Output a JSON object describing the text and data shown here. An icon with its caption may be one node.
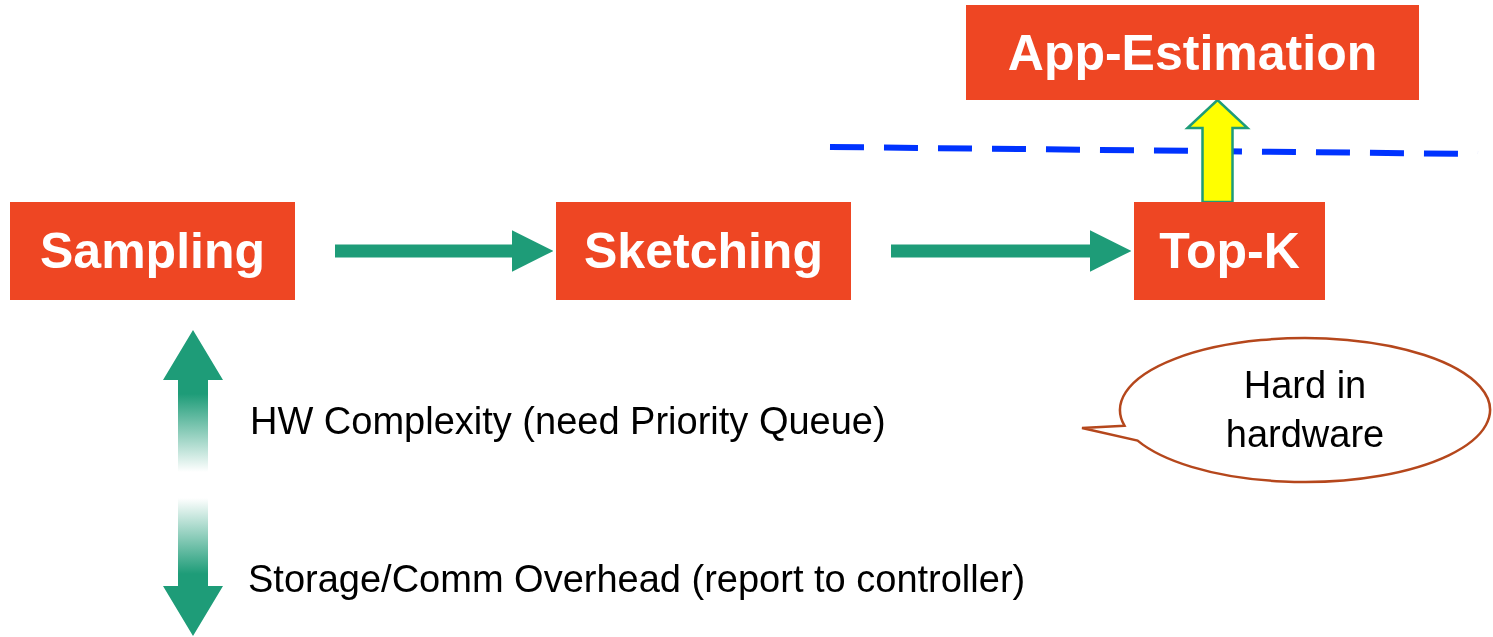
{
  "diagram": {
    "nodes": [
      {
        "text": [
          "Sampling"
        ]
      },
      {
        "text": [
          "Sketching"
        ]
      },
      {
        "text": [
          "Top-K"
        ]
      },
      {
        "text": [
          "App-Estimation"
        ]
      },
      {
        "text": [
          "Hard in hardware"
        ]
      }
    ],
    "edges": [
      {
        "from": 0,
        "to": 1,
        "arrow": "to"
      },
      {
        "from": 1,
        "to": 2,
        "arrow": "to"
      },
      {
        "from": 2,
        "to": 3,
        "arrow": "to",
        "style": "thick",
        "color": "#ffff00"
      }
    ],
    "labels": [
      "HW Complexity (need Priority Queue)",
      "Storage/Comm Overhead (report to controller)"
    ]
  }
}
